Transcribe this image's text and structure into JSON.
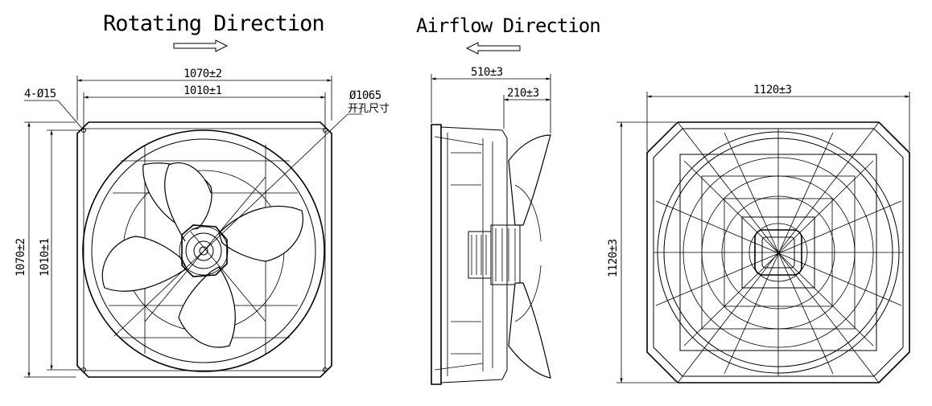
{
  "headings": {
    "rotating": "Rotating Direction",
    "airflow": "Airflow Direction"
  },
  "front_view": {
    "width_outer": "1070±2",
    "width_inner": "1010±1",
    "height_outer": "1070±2",
    "height_inner": "1010±1",
    "holes": "4-Ø15",
    "opening_dia": "Ø1065",
    "opening_note": "开孔尺寸"
  },
  "side_view": {
    "depth_total": "510±3",
    "depth_partial": "210±3"
  },
  "guard_view": {
    "width": "1120±3",
    "height": "1120±3"
  }
}
